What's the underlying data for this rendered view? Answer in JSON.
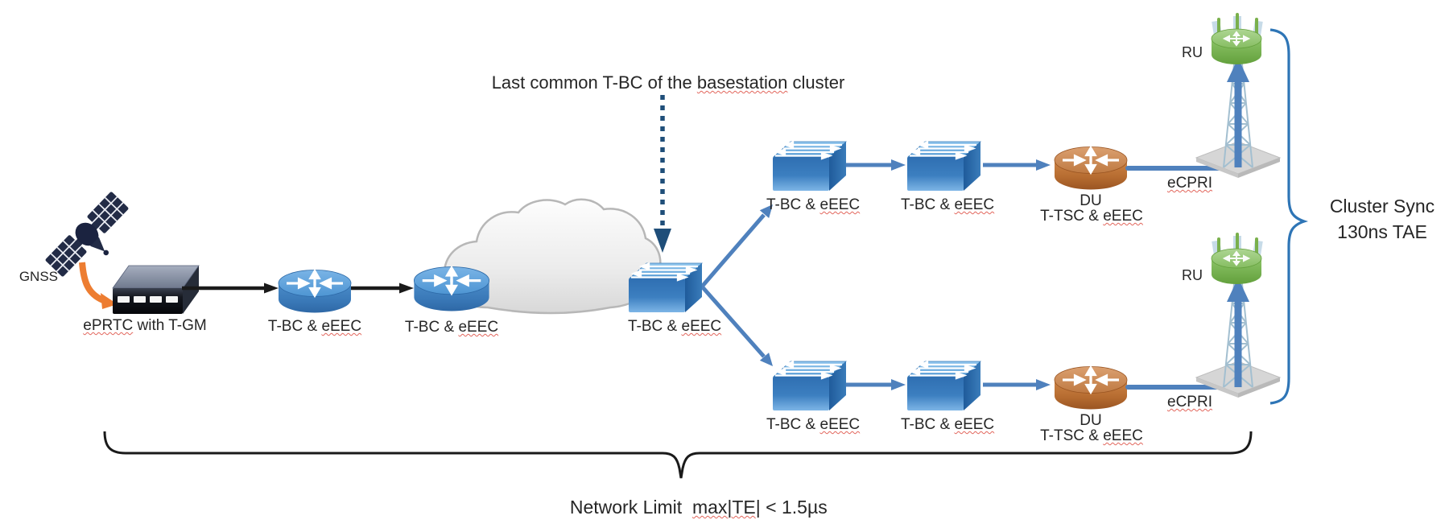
{
  "annotation": {
    "pre": "Last common T-BC of the ",
    "mis": "basestation",
    "post": " cluster"
  },
  "gnss": {
    "label": "GNSS"
  },
  "grandmaster": {
    "mis": "ePRTC",
    "rest": " with T-GM"
  },
  "core": {
    "router1": {
      "pre": "T-BC & ",
      "mis": "eEEC"
    },
    "router2": {
      "pre": "T-BC & ",
      "mis": "eEEC"
    },
    "central_switch": {
      "pre": "T-BC & ",
      "mis": "eEEC"
    }
  },
  "branches": [
    {
      "sw1": {
        "pre": "T-BC & ",
        "mis": "eEEC"
      },
      "sw2": {
        "pre": "T-BC & ",
        "mis": "eEEC"
      },
      "du": {
        "line1": "DU",
        "pre": "T-TSC & ",
        "mis": "eEEC"
      },
      "link": {
        "mis": "eCPRI"
      },
      "ru": {
        "label": "RU"
      }
    },
    {
      "sw1": {
        "pre": "T-BC & ",
        "mis": "eEEC"
      },
      "sw2": {
        "pre": "T-BC & ",
        "mis": "eEEC"
      },
      "du": {
        "line1": "DU",
        "pre": "T-TSC & ",
        "mis": "eEEC"
      },
      "link": {
        "mis": "eCPRI"
      },
      "ru": {
        "label": "RU"
      }
    }
  ],
  "cluster_sync": {
    "line1": "Cluster Sync",
    "line2": "130ns TAE"
  },
  "network_limit": {
    "pre": "Network Limit  ",
    "mis": "max|TE",
    "post": "| < 1.5µs"
  },
  "colors": {
    "node_blue": "#3f83c4",
    "node_orange": "#b5672c",
    "node_green": "#7ab04c",
    "arrow_blue": "#4f81bd",
    "arrow_black": "#1a1a1a",
    "brace_blue": "#2e75b6",
    "dotted_arrow_navy": "#1f4e79",
    "gnss_arrow_orange": "#ed7d31",
    "spellcheck_red": "#e2665c"
  },
  "icons": {
    "satellite-icon": "gnss-satellite-with-solar-panels",
    "gnss-feed-arrow-icon": "curved-orange-arrow",
    "grandmaster-device-icon": "dark-3d-appliance-box",
    "router-icon": "blue-cylinder-router-crossed-arrows",
    "switch-icon": "blue-3d-switch-double-arrows",
    "cloud-icon": "grey-network-cloud",
    "du-router-icon": "orange-cylinder-router",
    "tower-icon": "lattice-radio-tower-with-base",
    "ru-antenna-icon": "green-radio-unit-cylinder",
    "dotted-pointer-arrow-icon": "dashed-navy-down-arrow",
    "cluster-brace-icon": "blue-right-curly-brace",
    "network-limit-brace-icon": "black-under-curly-brace"
  }
}
